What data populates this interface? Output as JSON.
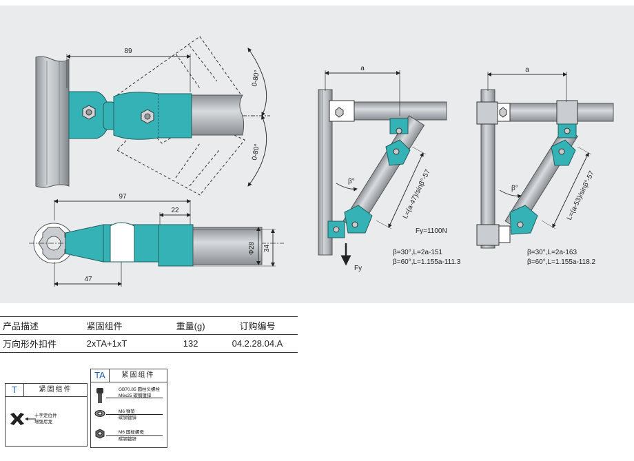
{
  "drawing": {
    "top_view": {
      "dim_width": "89",
      "angle_upper": "0-80°",
      "angle_lower": "0-80°"
    },
    "side_view": {
      "dim_total": "97",
      "dim_inner": "22",
      "dim_bottom": "47",
      "diameter": "Φ28",
      "height": "34"
    },
    "example_left": {
      "dim_a": "a",
      "angle": "β°",
      "length_formula": "L=(a-47)/sinβ°-57",
      "force": "Fy=1100N",
      "force_arrow": "Fy",
      "note_30": "β=30°,L=2a-151",
      "note_60": "β=60°,L=1.155a-111.3"
    },
    "example_right": {
      "dim_a": "a",
      "angle": "β°",
      "length_formula": "L=(a-53)/sinβ°-57",
      "note_30": "β=30°,L=2a-163",
      "note_60": "β=60°,L=1.155a-118.2"
    },
    "colors": {
      "teal": "#35b2b6",
      "tube": "#bfc3c7",
      "background": "#e9ebed"
    }
  },
  "spec_table": {
    "headers": [
      "产品描述",
      "紧固组件",
      "重量(g)",
      "订购编号"
    ],
    "row": [
      "万向形外扣件",
      "2xTA+1xT",
      "132",
      "04.2.28.04.A"
    ]
  },
  "component_T": {
    "code": "T",
    "title": "紧固组件",
    "items": [
      {
        "icon": "cross-lock-icon",
        "line1": "十字定位件",
        "line2": "增强尼龙"
      }
    ]
  },
  "component_TA": {
    "code": "TA",
    "title": "紧固组件",
    "items": [
      {
        "icon": "socket-bolt-icon",
        "line1": "GB70.85 圆柱头螺栓",
        "line2": "M6x25 碳钢镀锌"
      },
      {
        "icon": "washer-icon",
        "line1": "M6 弹垫",
        "line2": "碳钢镀锌"
      },
      {
        "icon": "nut-icon",
        "line1": "M6 国标螺母",
        "line2": "碳钢镀锌"
      }
    ]
  }
}
